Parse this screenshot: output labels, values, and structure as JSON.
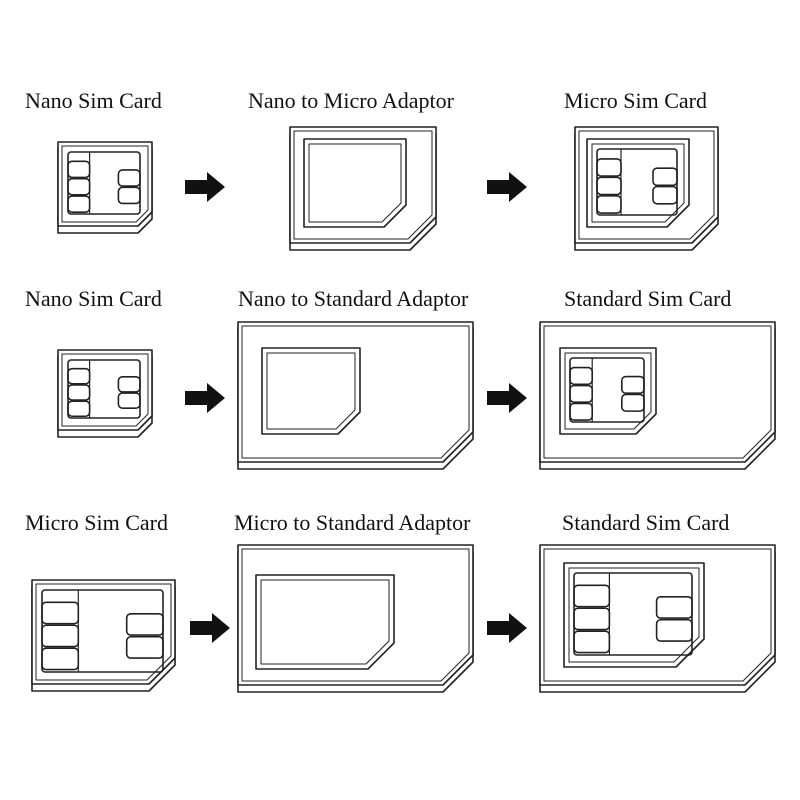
{
  "rows": [
    {
      "from": "Nano Sim Card",
      "adaptor": "Nano to Micro Adaptor",
      "result": "Micro Sim Card"
    },
    {
      "from": "Nano Sim Card",
      "adaptor": "Nano to Standard Adaptor",
      "result": "Standard Sim Card"
    },
    {
      "from": "Micro Sim Card",
      "adaptor": "Micro to Standard Adaptor",
      "result": "Standard Sim Card"
    }
  ],
  "icons": {
    "arrow": "arrow-right-icon"
  }
}
